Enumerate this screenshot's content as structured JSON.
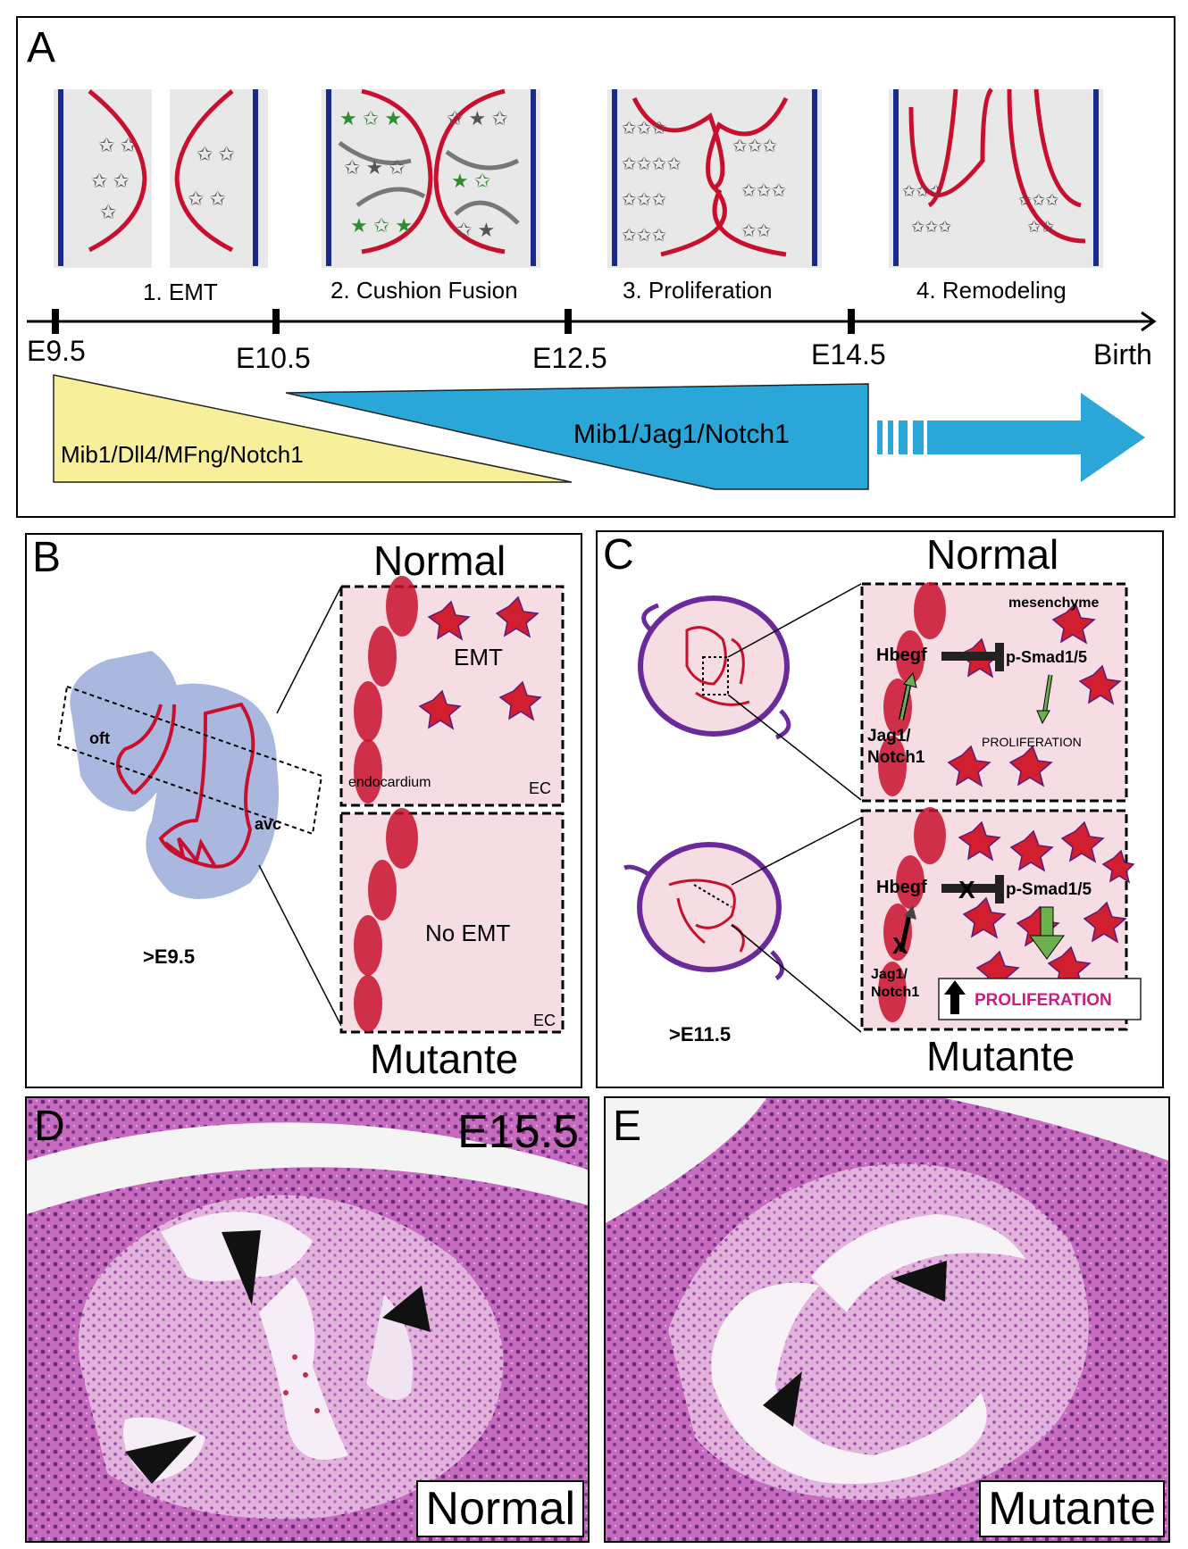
{
  "panelA": {
    "label": "A",
    "stages": [
      "1. EMT",
      "2. Cushion Fusion",
      "3. Proliferation",
      "4. Remodeling"
    ],
    "timeline": [
      "E9.5",
      "E10.5",
      "E12.5",
      "E14.5",
      "Birth"
    ],
    "bar1": "Mib1/Dll4/MFng/Notch1",
    "bar2": "Mib1/Jag1/Notch1",
    "colors": {
      "yellow": "#f7ef9a",
      "blue": "#2aa6d8",
      "red": "#c8102e",
      "navy": "#1a2a8a"
    }
  },
  "panelB": {
    "label": "B",
    "normal": "Normal",
    "mutant": "Mutante",
    "oft": "oft",
    "avc": "avc",
    "age": ">E9.5",
    "emt": "EMT",
    "no_emt": "No EMT",
    "endocardium": "endocardium",
    "ec1": "EC",
    "ec2": "EC"
  },
  "panelC": {
    "label": "C",
    "normal": "Normal",
    "mutant": "Mutante",
    "age": ">E11.5",
    "mesenchyme": "mesenchyme",
    "hbegf1": "Hbegf",
    "psmad1": "p-Smad1/5",
    "jag1": "Jag1/\nNotch1",
    "prolif1": "PROLIFERATION",
    "hbegf2": "Hbegf",
    "psmad2": "p-Smad1/5",
    "jag2": "Jag1/\nNotch1",
    "prolif2": "PROLIFERATION"
  },
  "panelD": {
    "label": "D",
    "stage": "E15.5",
    "caption": "Normal"
  },
  "panelE": {
    "label": "E",
    "caption": "Mutante"
  }
}
